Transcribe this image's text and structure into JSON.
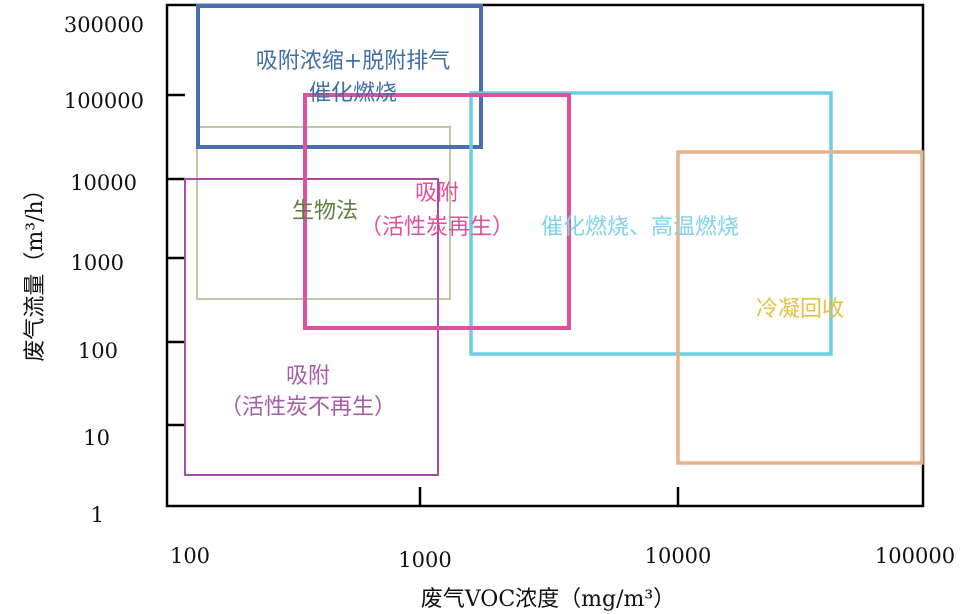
{
  "title": "VOC treatment technology selection by flow and concentration",
  "axes": {
    "x_title": "废气VOC浓度（mg/m³）",
    "y_title": "废气流量（m³/h）",
    "x_ticks": [
      "100",
      "1000",
      "10000",
      "100000"
    ],
    "y_ticks": [
      "300000",
      "100000",
      "10000",
      "1000",
      "100",
      "10",
      "1"
    ]
  },
  "regions": [
    {
      "name": "adsorption-concentration",
      "lines": [
        "吸附浓缩+脱附排气",
        "催化燃烧"
      ],
      "color": "#4a6fb0"
    },
    {
      "name": "biological",
      "lines": [
        "生物法"
      ],
      "color": "#5f7f3c"
    },
    {
      "name": "adsorption-regenerating",
      "lines": [
        "吸附",
        "（活性炭再生）"
      ],
      "color": "#e0509f"
    },
    {
      "name": "combustion",
      "lines": [
        "催化燃烧、高温燃烧"
      ],
      "color": "#6dcde6"
    },
    {
      "name": "condensation",
      "lines": [
        "冷凝回收"
      ],
      "color": "#e6c040"
    },
    {
      "name": "adsorption-non-regenerating",
      "lines": [
        "吸附",
        "（活性炭不再生）"
      ],
      "color": "#a64ca6"
    }
  ]
}
